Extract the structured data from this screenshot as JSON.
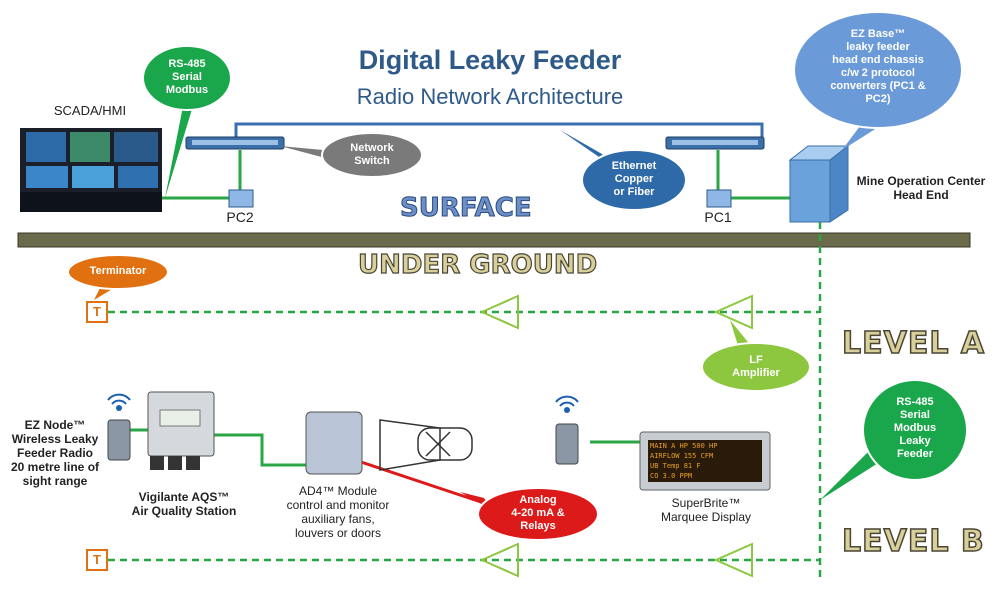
{
  "title": "Digital Leaky Feeder",
  "subtitle": "Radio Network Architecture",
  "zones": {
    "surface": "SURFACE",
    "underground": "UNDER GROUND",
    "level_a": "LEVEL A",
    "level_b": "LEVEL B"
  },
  "bubbles": {
    "rs485_serial": [
      "RS-485",
      "Serial",
      "Modbus"
    ],
    "network_switch": [
      "Network",
      "Switch"
    ],
    "ethernet": [
      "Ethernet",
      "Copper",
      "or Fiber"
    ],
    "ez_base": [
      "EZ Base™",
      "leaky feeder",
      "head end chassis",
      "c/w 2 protocol",
      "converters (PC1 &",
      "PC2)"
    ],
    "terminator": [
      "Terminator"
    ],
    "lf_amplifier": [
      "LF",
      "Amplifier"
    ],
    "rs485_leaky": [
      "RS-485",
      "Serial",
      "Modbus",
      "Leaky",
      "Feeder"
    ],
    "analog": [
      "Analog",
      "4-20 mA &",
      "Relays"
    ]
  },
  "labels": {
    "scada": "SCADA/HMI",
    "pc2": "PC2",
    "pc1": "PC1",
    "mine_ops": [
      "Mine Operation Center",
      "Head End"
    ],
    "ez_node": [
      "EZ Node™",
      "Wireless Leaky",
      "Feeder Radio",
      "20 metre line of",
      "sight  range"
    ],
    "vigilante": [
      "Vigilante AQS™",
      "Air Quality Station"
    ],
    "ad4": [
      "AD4™ Module",
      "control and monitor",
      "auxiliary fans,",
      "louvers or doors"
    ],
    "superbrite": [
      "SuperBrite™",
      "Marquee Display"
    ],
    "terminator_glyph": "T"
  },
  "marquee": {
    "lines": [
      "MAIN A HP      500 HP",
      "AIRFLOW      155 CFM",
      "UB Temp       81 F",
      "CO            3.0 PPM"
    ]
  },
  "colors": {
    "title": "#2e5a8a",
    "bubble_green": "#1aa64a",
    "bubble_gray": "#7a7a7a",
    "bubble_blue": "#2f6aa8",
    "bubble_lightblue": "#6a9ad8",
    "bubble_orange": "#e07010",
    "bubble_lightgreen": "#8dc63f",
    "bubble_red": "#dd1a1a",
    "feeder_green": "#2aa646",
    "ground_bar": "#6b6a4a"
  }
}
